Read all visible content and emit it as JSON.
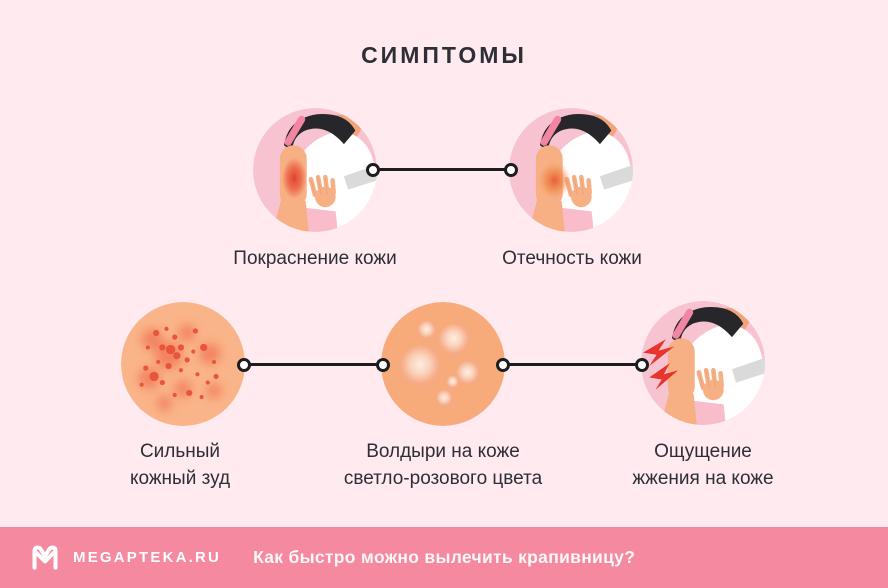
{
  "title": "СИМПТОМЫ",
  "figures": [
    {
      "id": "redness",
      "lines": [
        "Покраснение кожи"
      ]
    },
    {
      "id": "swelling",
      "lines": [
        "Отечность кожи"
      ]
    },
    {
      "id": "itch",
      "lines": [
        "Сильный",
        "кожный зуд"
      ]
    },
    {
      "id": "blisters",
      "lines": [
        "Волдыри на коже",
        "светло-розового цвета"
      ]
    },
    {
      "id": "burning",
      "lines": [
        "Ощущение",
        "жжения на коже"
      ]
    }
  ],
  "footer": {
    "brand": "MEGAPTEKA.RU",
    "question": "Как быстро можно вылечить крапивницу?"
  },
  "colors": {
    "bg": "#FFEAF0",
    "footer-bg": "#F4899F",
    "text": "#2E2E36",
    "line": "#1D1D1F",
    "node-fill": "#FFFFFF",
    "circle-pink": "#F8C3D0",
    "skin": "#F6B084",
    "rash-base": "#FAB489",
    "blister-base": "#F7AB7B",
    "red-accent": "#E6352E"
  }
}
